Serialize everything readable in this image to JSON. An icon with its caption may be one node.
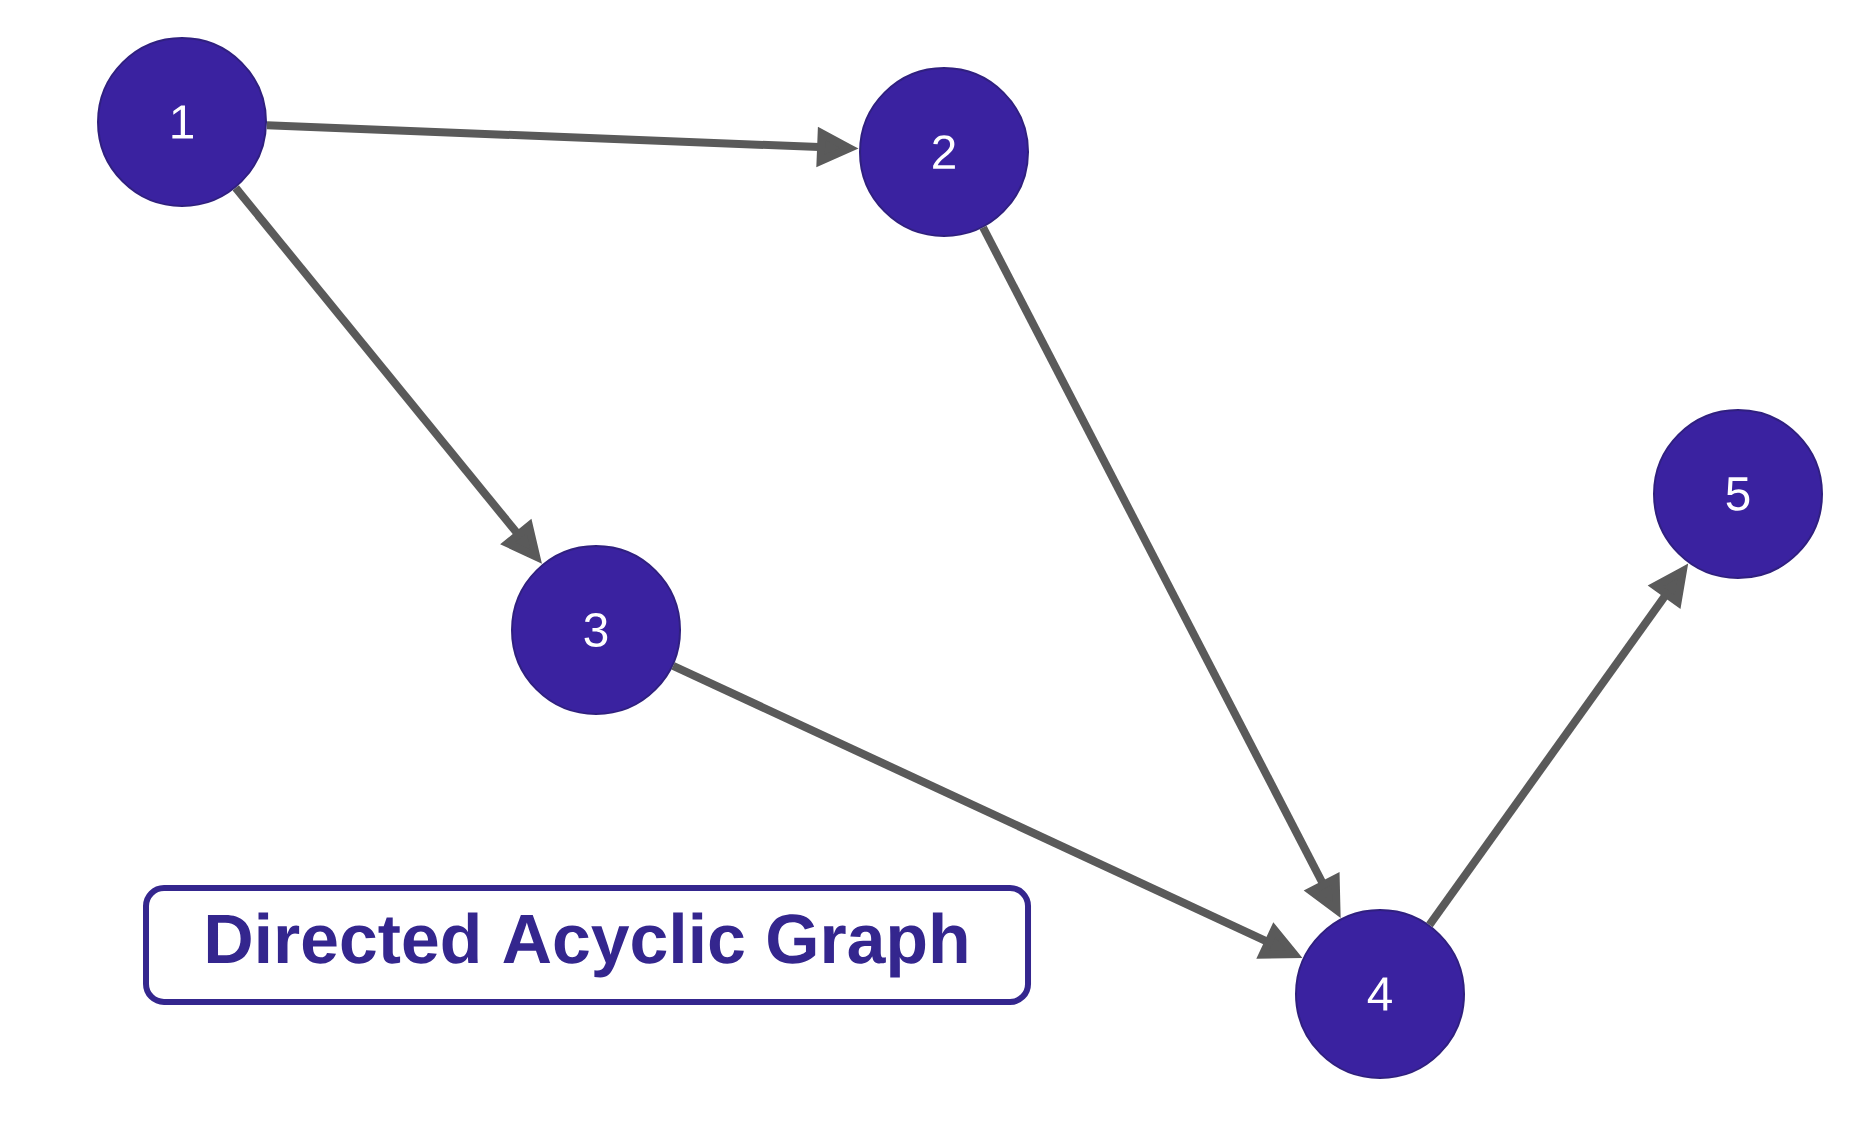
{
  "diagram": {
    "title": "Directed Acyclic Graph",
    "nodes": [
      {
        "text": [
          "1"
        ]
      },
      {
        "text": [
          "2"
        ]
      },
      {
        "text": [
          "3"
        ]
      },
      {
        "text": [
          "4"
        ]
      },
      {
        "text": [
          "5"
        ]
      }
    ],
    "edges": [
      {
        "from": 0,
        "to": 1,
        "arrow": "to"
      },
      {
        "from": 0,
        "to": 2,
        "arrow": "to"
      },
      {
        "from": 1,
        "to": 3,
        "arrow": "to"
      },
      {
        "from": 2,
        "to": 3,
        "arrow": "to"
      },
      {
        "from": 3,
        "to": 4,
        "arrow": "to"
      }
    ]
  }
}
